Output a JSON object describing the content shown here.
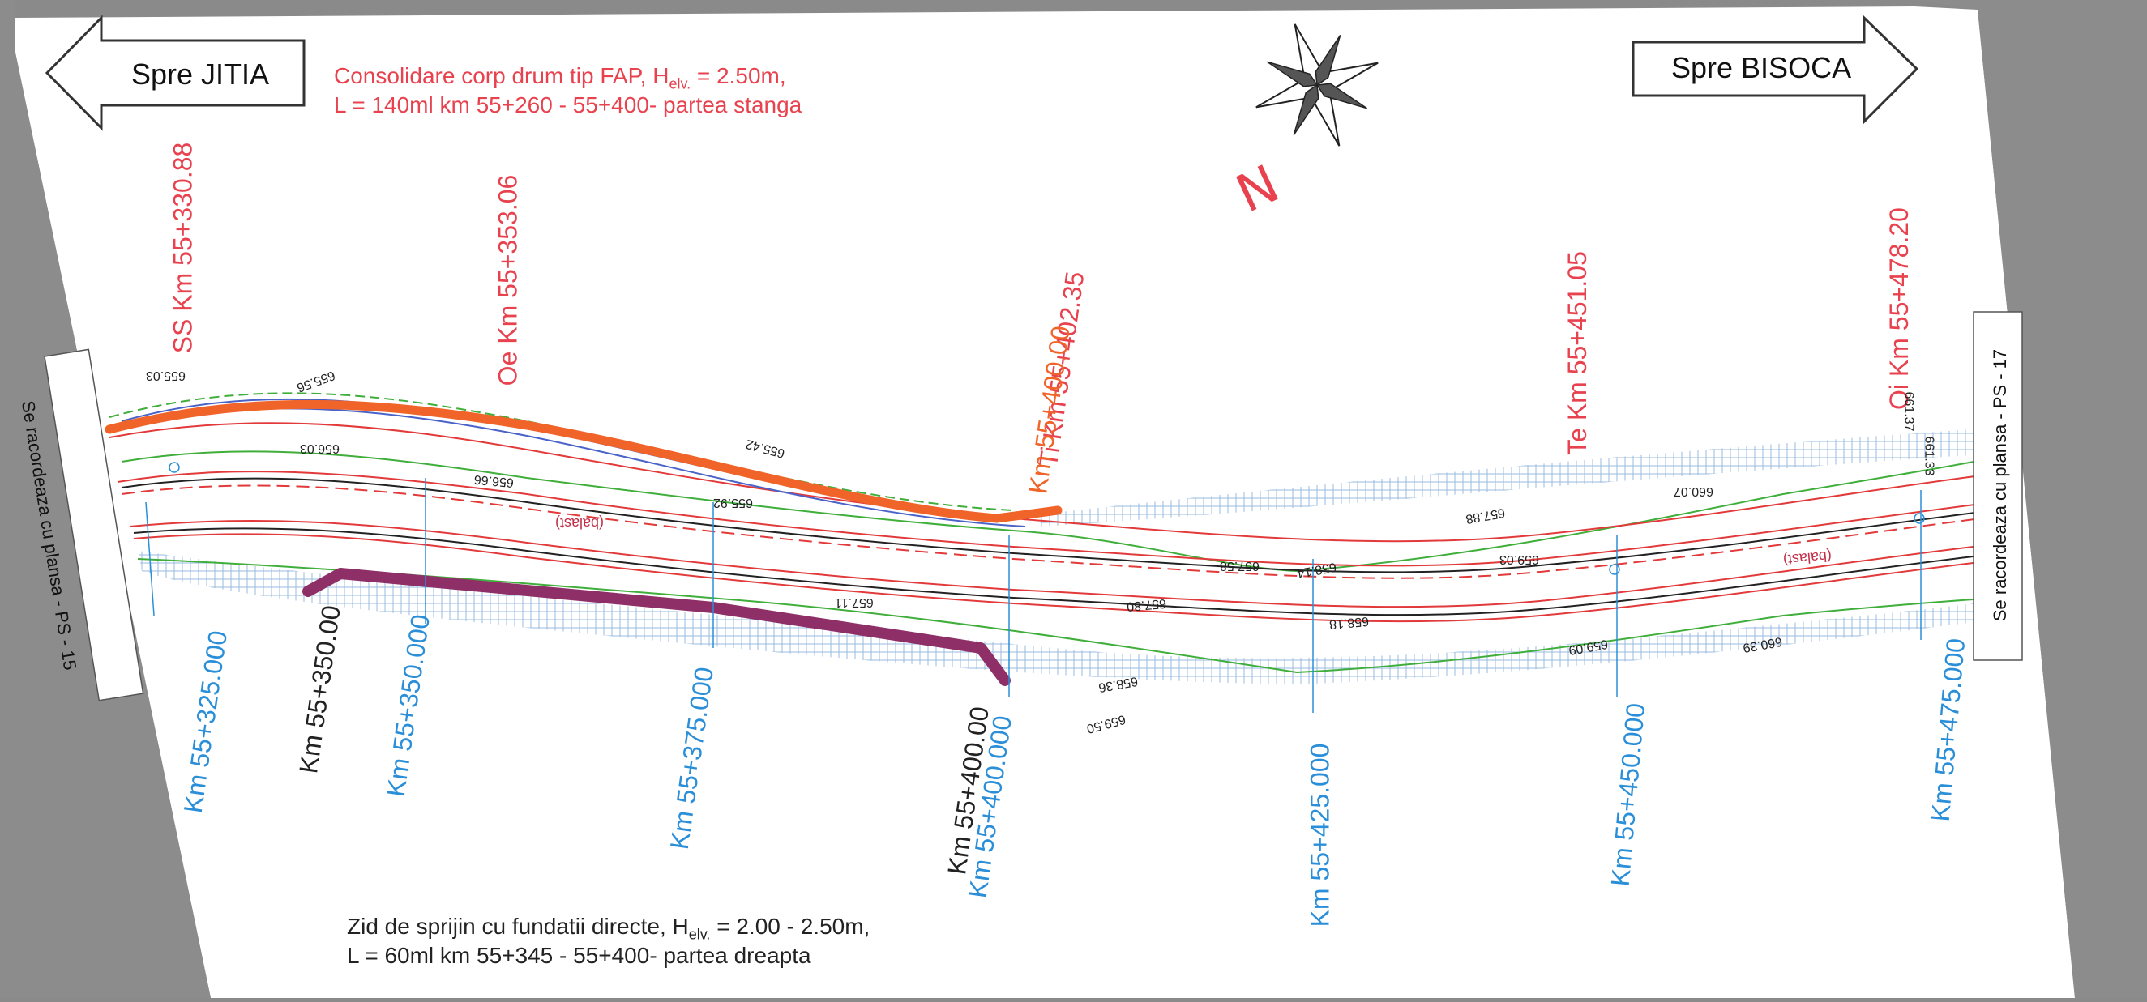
{
  "directions": {
    "left": "Spre JITIA",
    "right": "Spre BISOCA"
  },
  "north_label": "N",
  "notes": {
    "top": {
      "line1": "Consolidare corp drum tip FAP, H",
      "sub1": "elv.",
      "tail1": " = 2.50m,",
      "line2": "L = 140ml km 55+260 - 55+400- partea stanga"
    },
    "bottom": {
      "line1": "Zid de sprijin cu fundatii directe, H",
      "sub1": "elv.",
      "tail1": " = 2.00 - 2.50m,",
      "line2": "L = 60ml km 55+345 - 55+400- partea dreapta"
    }
  },
  "side_panels": {
    "left": "Se racordeaza cu plansa - PS - 15",
    "right": "Se racordeaza cu plansa - PS - 17"
  },
  "curve_points": [
    {
      "label": "SS Km 55+330.88"
    },
    {
      "label": "Oe Km 55+353.06"
    },
    {
      "label": "Ti Km 55+402.35"
    },
    {
      "label": "Te Km 55+451.05"
    },
    {
      "label": "Oi Km 55+478.20"
    }
  ],
  "chainage_marks": [
    {
      "label": "Km 55+325.000"
    },
    {
      "label": "Km 55+350.000"
    },
    {
      "label": "Km 55+375.000"
    },
    {
      "label": "Km 55+400.000"
    },
    {
      "label": "Km 55+425.000"
    },
    {
      "label": "Km 55+450.000"
    },
    {
      "label": "Km 55+475.000"
    }
  ],
  "wall_marks": {
    "left_start": "Km 55+350.00",
    "wall_end": "Km 55+400.00",
    "fap_end": "Km 55+400.00"
  },
  "layer_labels": [
    "(balast)",
    "(balast)"
  ],
  "elevations": [
    "655.03",
    "655.56",
    "655.42",
    "656.66",
    "656.03",
    "655.92",
    "657.58",
    "657.88",
    "658.36",
    "659.50",
    "657.80",
    "658.14",
    "659.03",
    "660.07",
    "660.39",
    "661.37",
    "661.33",
    "657.11",
    "658.18",
    "659.09"
  ],
  "colors": {
    "note_red": "#e8424f",
    "chainage_blue": "#2a8fd8",
    "fap_orange": "#f0642a",
    "wall_purple": "#8e2f68",
    "edge_red": "#e23a3a",
    "axis_black": "#222222",
    "terrain_green": "#3fae3a",
    "hatch_blue": "#8fb3dc"
  },
  "icons": [
    "compass-rose-icon",
    "direction-arrow-left-icon",
    "direction-arrow-right-icon"
  ]
}
